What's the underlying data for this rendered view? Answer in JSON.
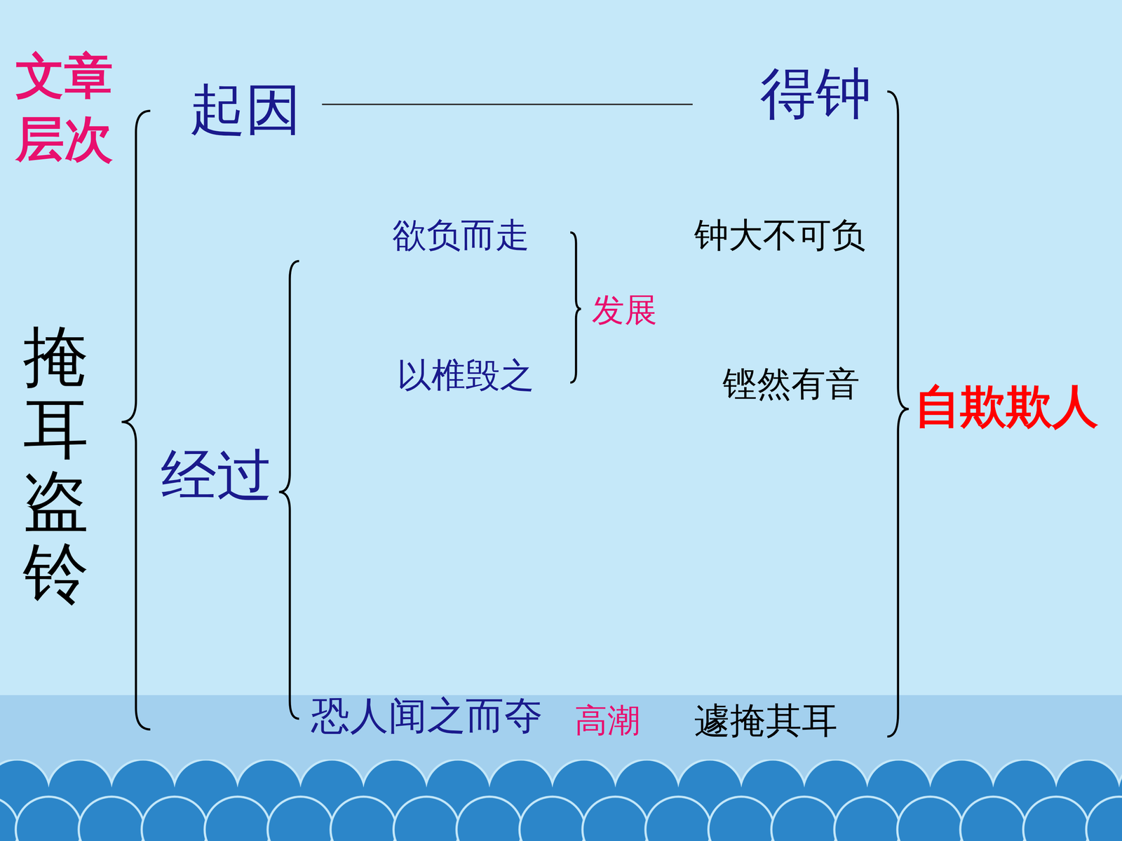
{
  "diagram": {
    "title": "文章层次",
    "labels": [
      "掩耳盗铃",
      "起因",
      "得钟",
      "欲负而走",
      "钟大不可负",
      "发展",
      "以椎毁之",
      "铿然有音",
      "自欺欺人",
      "经过",
      "恐人闻之而夺",
      "高潮",
      "遽掩其耳"
    ]
  }
}
